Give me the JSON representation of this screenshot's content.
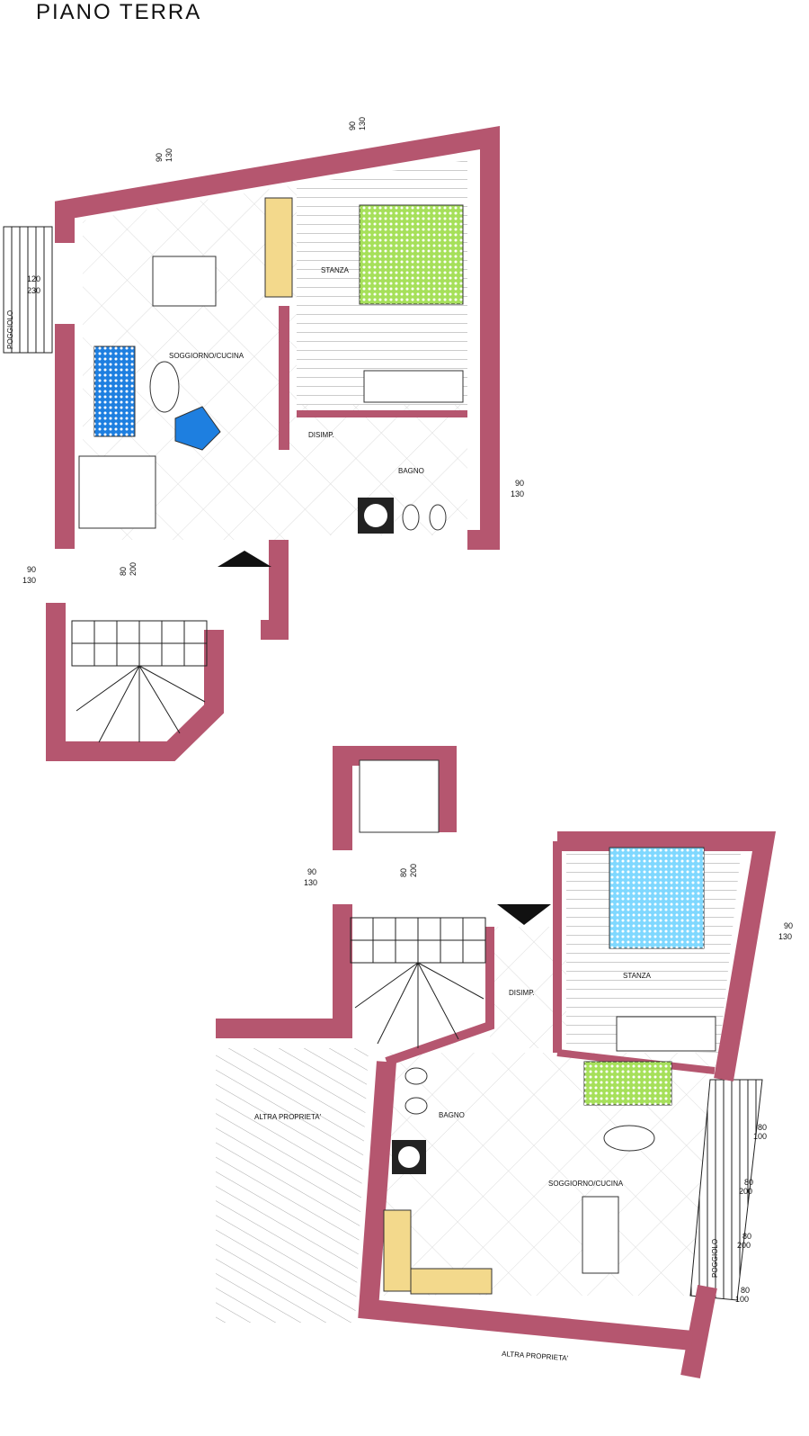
{
  "title": "PIANO TERRA",
  "colors": {
    "wall": "#b5566f",
    "bed_green": "#a6e05a",
    "bed_blue": "#7fd8ff",
    "sofa_blue": "#1e7fe0"
  },
  "plan_upper": {
    "rooms": {
      "living": "SOGGIORNO/CUCINA",
      "bedroom": "STANZA",
      "hall": "DISIMP.",
      "bath": "BAGNO",
      "balcony": "POGGIOLO"
    },
    "dims": {
      "win_top_left": [
        "90",
        "130"
      ],
      "win_top_right": [
        "90",
        "130"
      ],
      "balcony_door": [
        "120",
        "230"
      ],
      "win_bath": [
        "90",
        "130"
      ],
      "win_entry": [
        "90",
        "130"
      ],
      "lift": [
        "80",
        "200"
      ]
    }
  },
  "plan_lower": {
    "rooms": {
      "living": "SOGGIORNO/CUCINA",
      "bedroom": "STANZA",
      "hall": "DISIMP.",
      "bath": "BAGNO",
      "balcony": "POGGIOLO",
      "other_left": "ALTRA PROPRIETA'",
      "other_bottom": "ALTRA PROPRIETA'"
    },
    "dims": {
      "win_entry": [
        "90",
        "130"
      ],
      "lift": [
        "80",
        "200"
      ],
      "win_bedroom": [
        "90",
        "130"
      ],
      "balcony_1": [
        "80",
        "100"
      ],
      "balcony_2": [
        "80",
        "200"
      ],
      "balcony_3": [
        "80",
        "200"
      ],
      "balcony_4": [
        "80",
        "100"
      ]
    }
  }
}
